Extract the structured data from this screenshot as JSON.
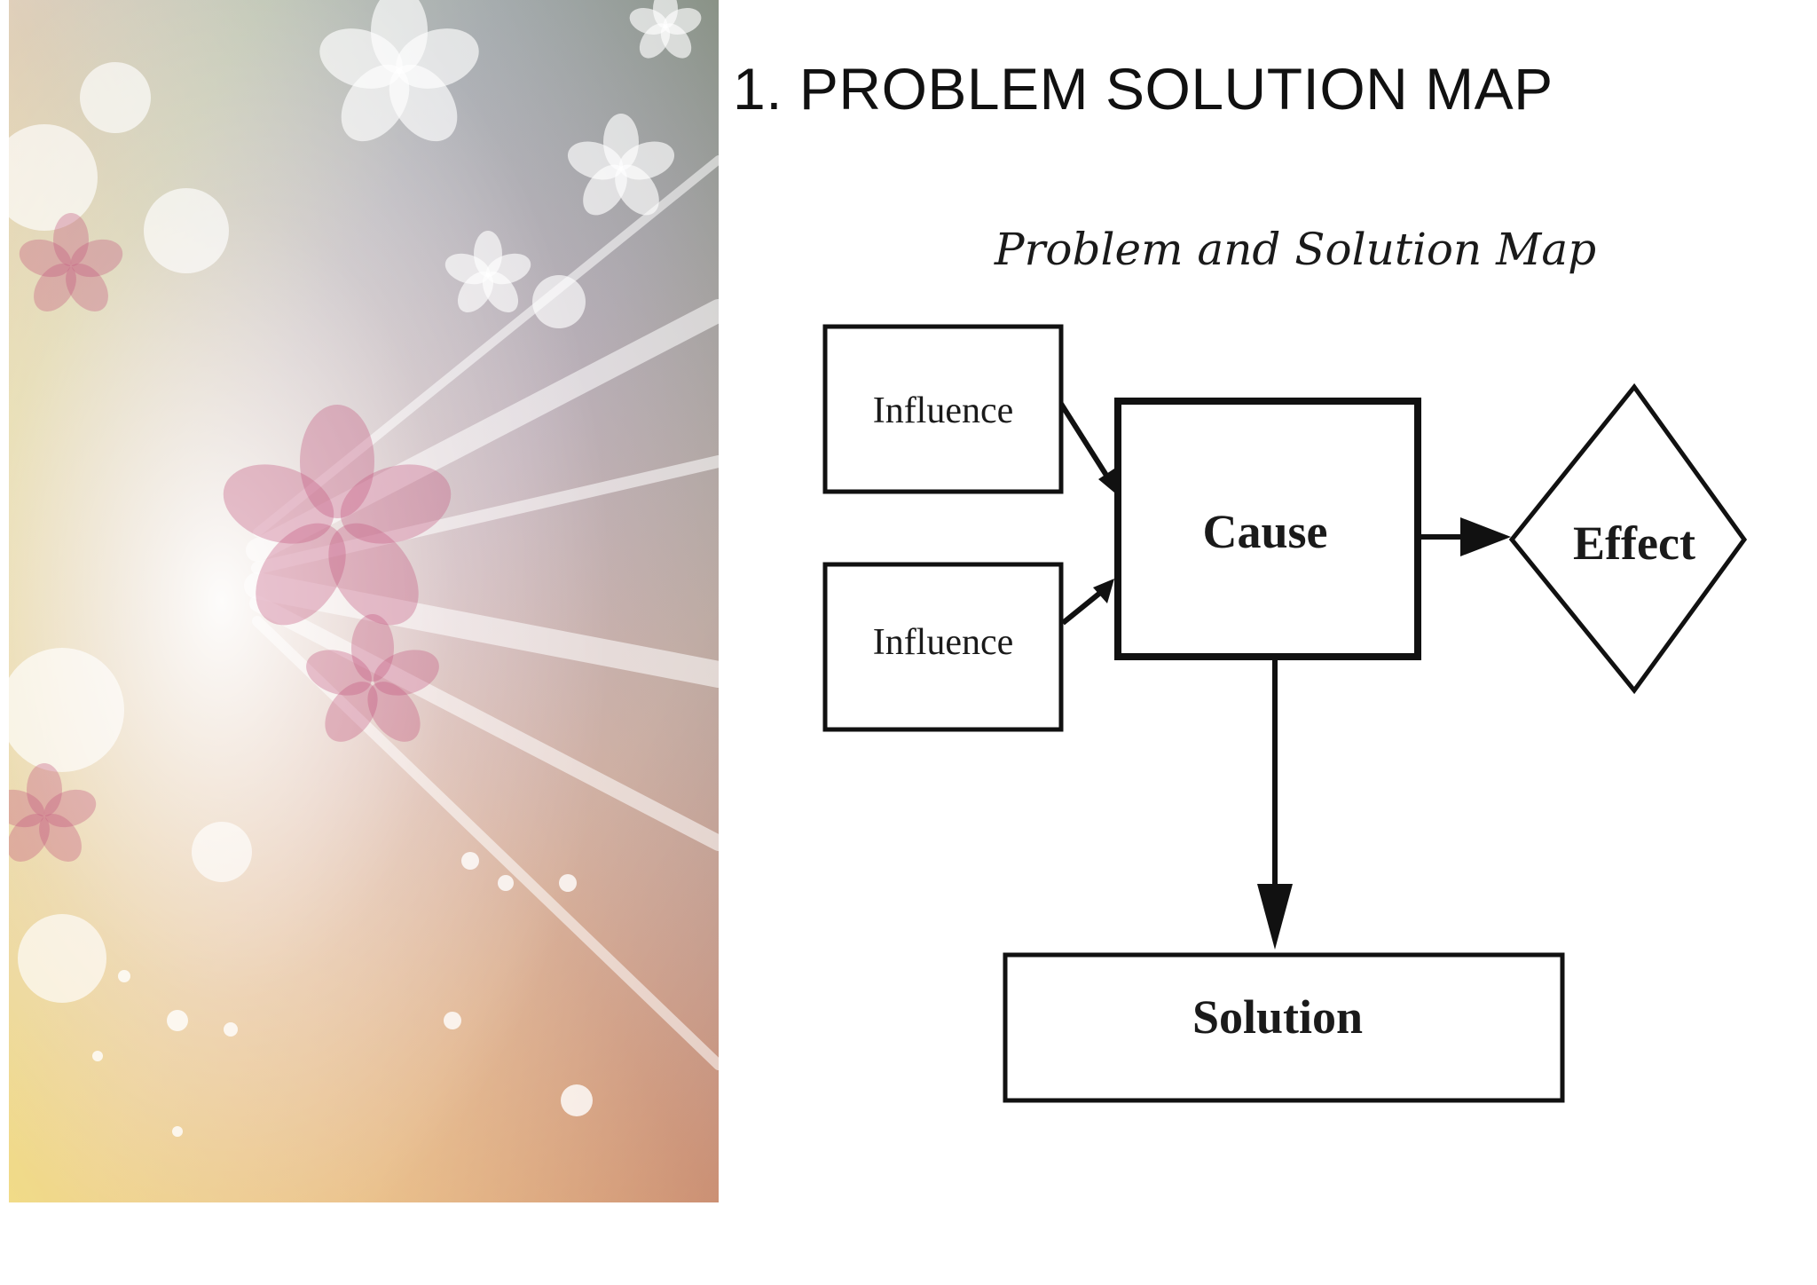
{
  "slide": {
    "title": "1. PROBLEM SOLUTION MAP"
  },
  "diagram": {
    "title": "Problem and Solution Map",
    "nodes": {
      "influence_1": "Influence",
      "influence_2": "Influence",
      "cause": "Cause",
      "effect": "Effect",
      "solution": "Solution"
    },
    "edges": [
      {
        "from": "influence_1",
        "to": "cause"
      },
      {
        "from": "influence_2",
        "to": "cause"
      },
      {
        "from": "cause",
        "to": "effect"
      },
      {
        "from": "cause",
        "to": "solution"
      }
    ]
  },
  "colors": {
    "ink": "#111111",
    "background": "#ffffff"
  }
}
